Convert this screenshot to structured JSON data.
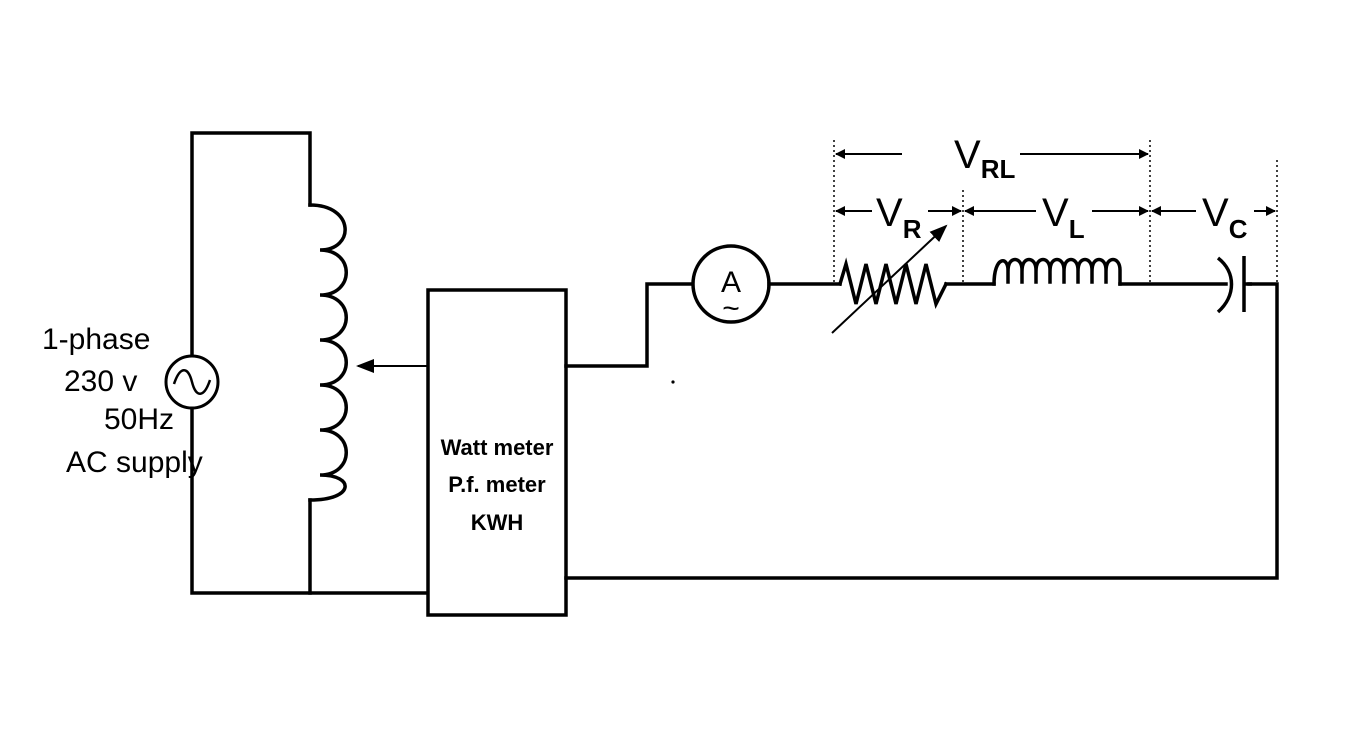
{
  "supply": {
    "line1": "1-phase",
    "line2": "230 v",
    "line3": "50Hz",
    "line4": "AC supply"
  },
  "meter_box": {
    "line1": "Watt meter",
    "line2": "P.f. meter",
    "line3": "KWH"
  },
  "ammeter": {
    "letter": "A",
    "symbol": "~"
  },
  "voltages": {
    "vrl": {
      "main": "V",
      "sub": "RL"
    },
    "vr": {
      "main": "V",
      "sub": "R"
    },
    "vl": {
      "main": "V",
      "sub": "L"
    },
    "vc": {
      "main": "V",
      "sub": "C"
    }
  }
}
